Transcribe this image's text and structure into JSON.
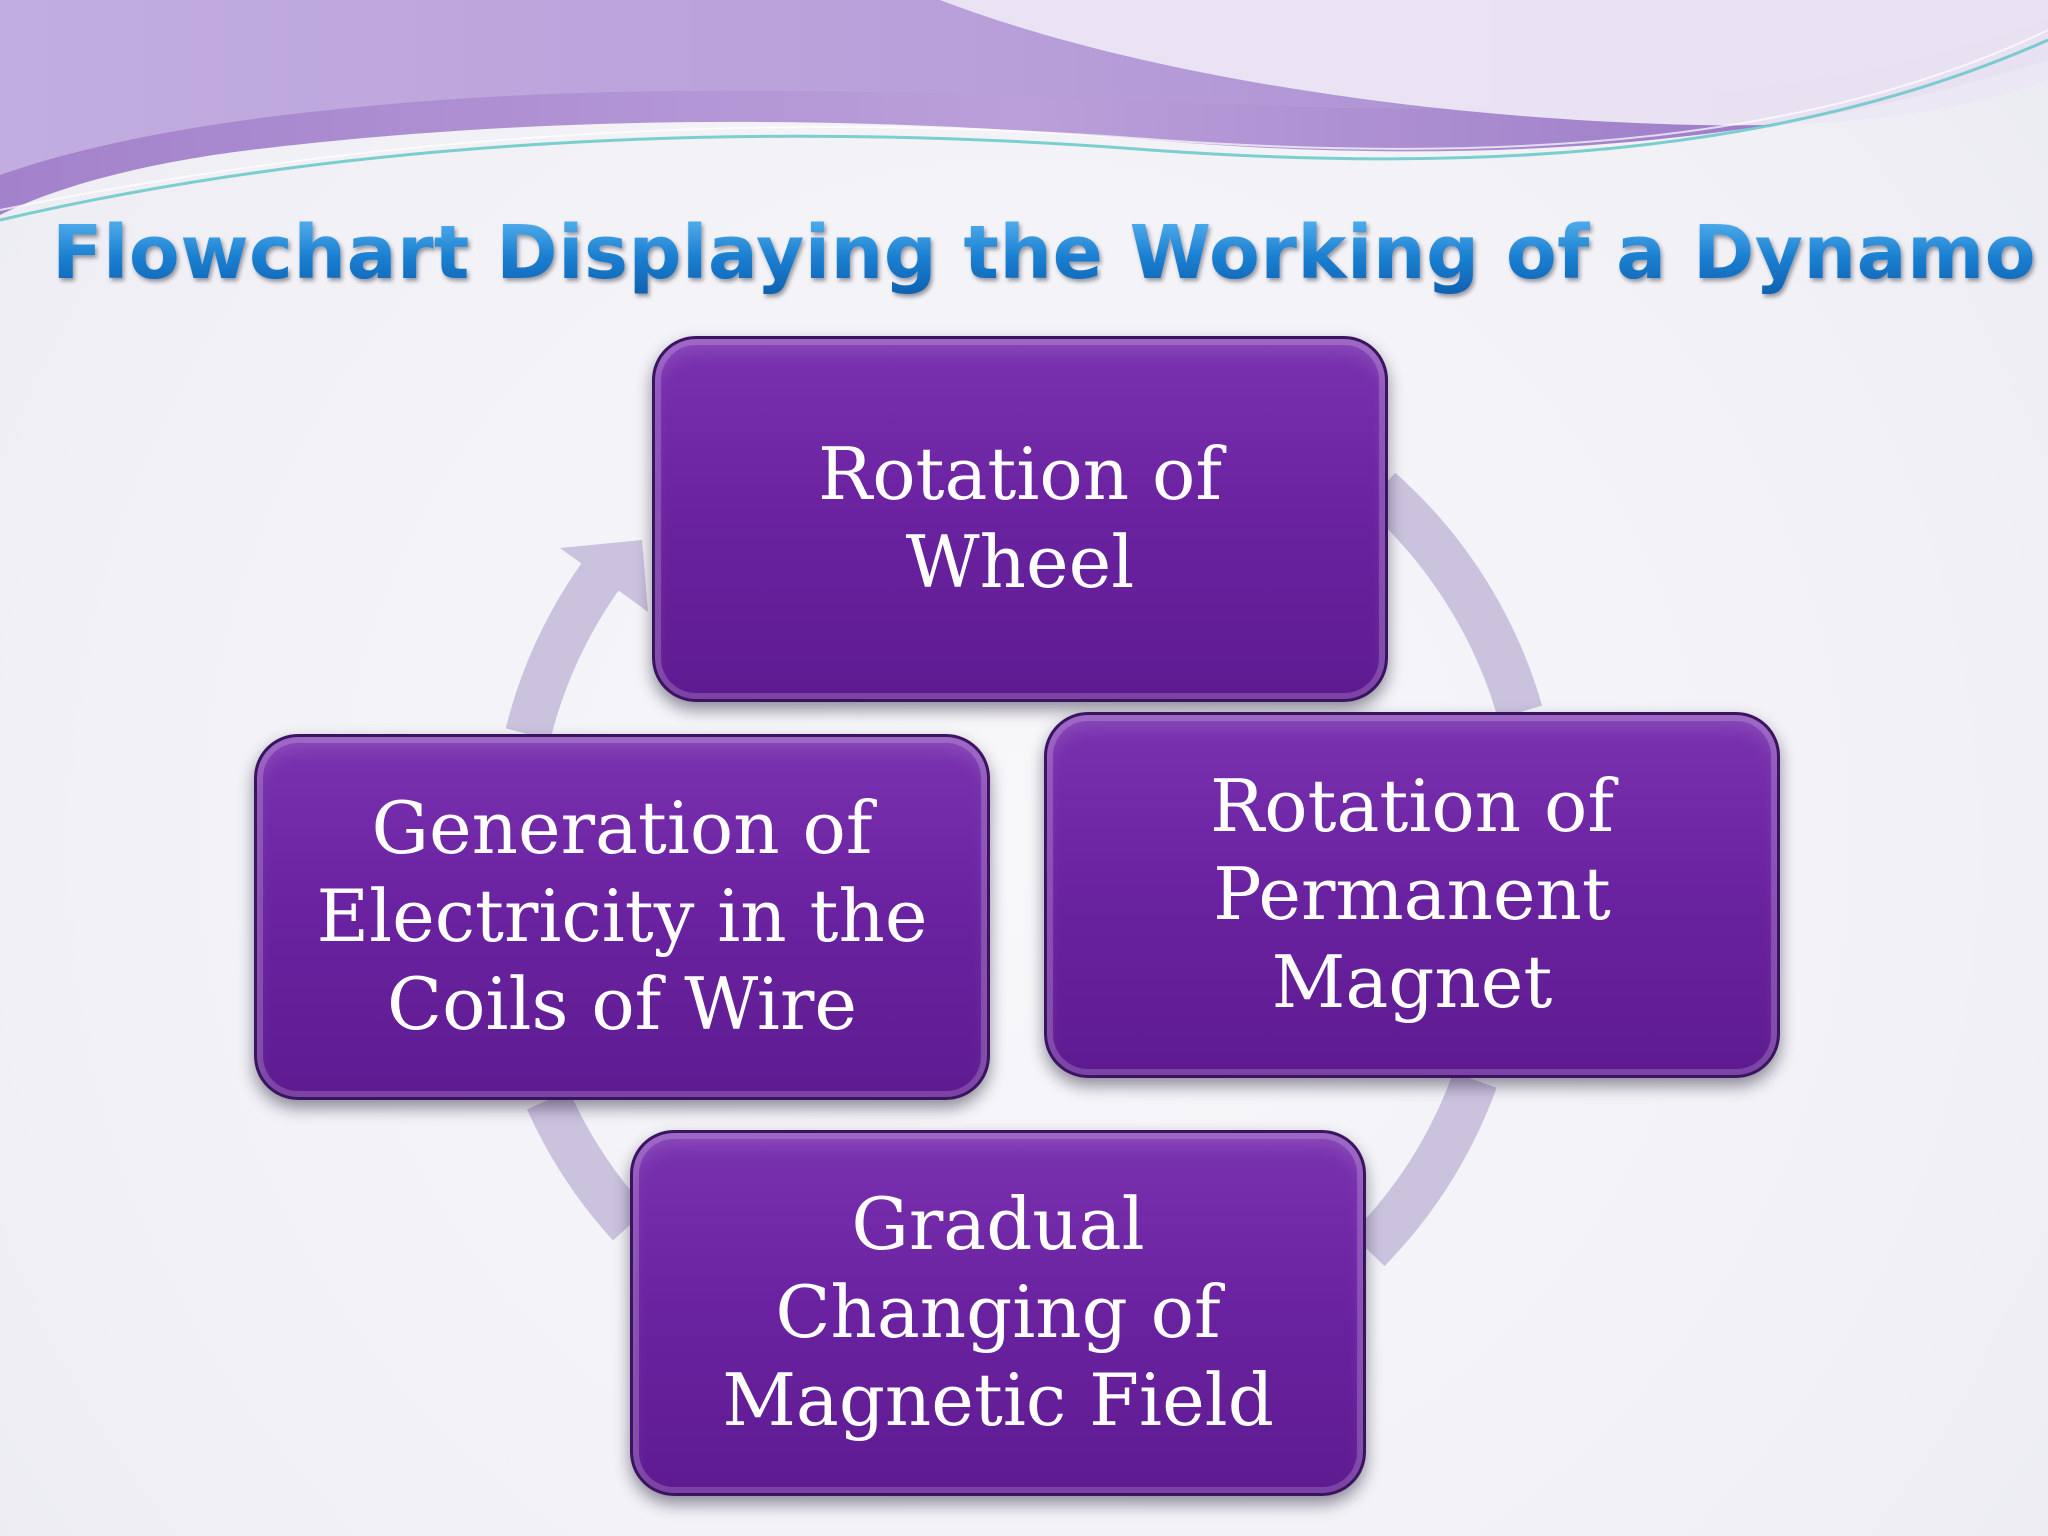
{
  "slide": {
    "title": "Flowchart Displaying the Working of a Dynamo"
  },
  "cycle": {
    "nodes": [
      {
        "id": "top",
        "label": "Rotation of\nWheel"
      },
      {
        "id": "right",
        "label": "Rotation of\nPermanent\nMagnet"
      },
      {
        "id": "bottom",
        "label": "Gradual\nChanging of\nMagnetic Field"
      },
      {
        "id": "left",
        "label": "Generation of\nElectricity in the\nCoils of Wire"
      }
    ],
    "direction": "clockwise",
    "colors": {
      "node_fill": "#6b23a1",
      "arrow_fill": "#cbc2de",
      "header_wave": "#9b7fc8",
      "title": "#1a7fd1"
    }
  }
}
